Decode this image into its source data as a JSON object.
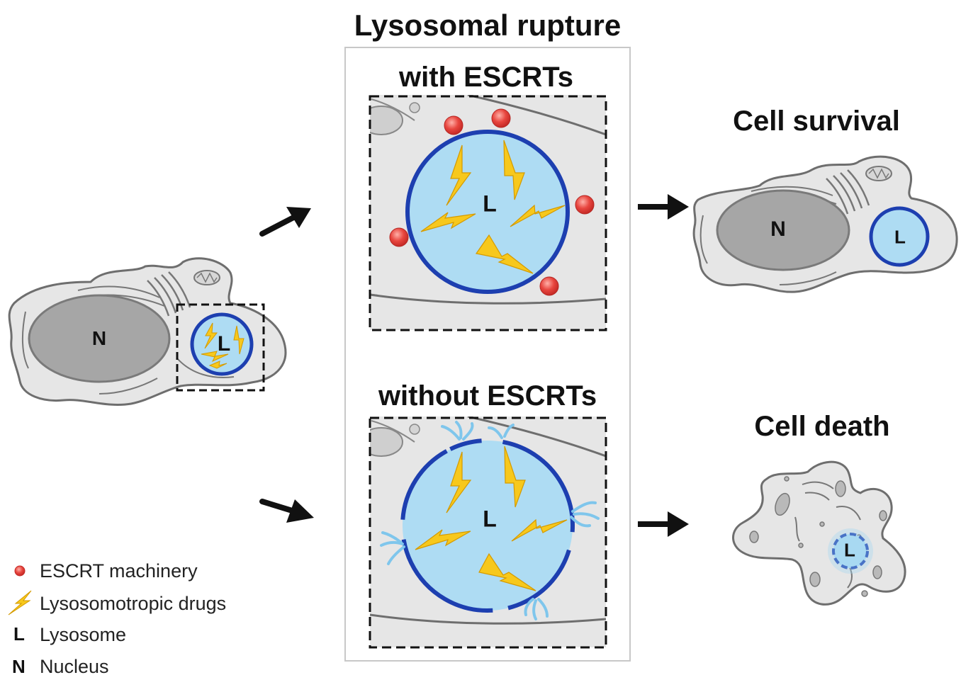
{
  "titles": {
    "rupture": "Lysosomal rupture",
    "with_escrts": "with ESCRTs",
    "without_escrts": "without ESCRTs",
    "survival": "Cell survival",
    "death": "Cell death"
  },
  "labels": {
    "nucleus": "N",
    "lysosome": "L"
  },
  "legend": {
    "escrt": "ESCRT machinery",
    "drugs": "Lysosomotropic drugs",
    "lysosome_key": "L",
    "lysosome": "Lysosome",
    "nucleus_key": "N",
    "nucleus": "Nucleus"
  },
  "colors": {
    "cytoplasm": "#e6e6e6",
    "cell_outline": "#6e6e6e",
    "nucleus": "#a6a6a6",
    "lysosome_fill": "#aedcf3",
    "lysosome_membrane": "#1d3fb0",
    "escrt": "#e8463f",
    "drug": "#f7c81c",
    "leak": "#7fc6ec"
  }
}
